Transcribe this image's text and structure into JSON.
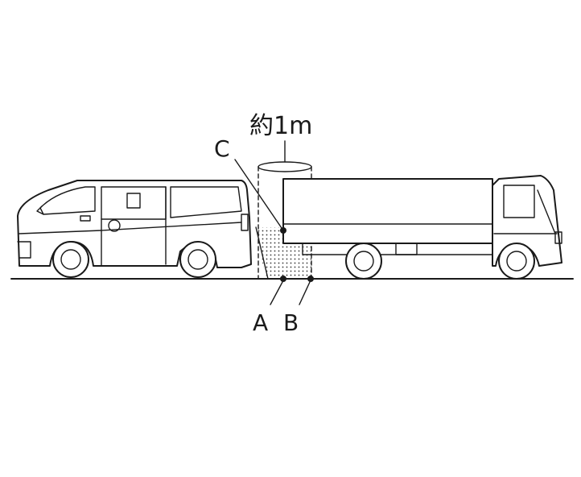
{
  "labels": {
    "distance": "約1m",
    "point_a": "A",
    "point_b": "B",
    "point_c": "C"
  },
  "colors": {
    "line": "#1a1a1a",
    "background": "#ffffff",
    "blind_zone_dots": "#333333"
  }
}
